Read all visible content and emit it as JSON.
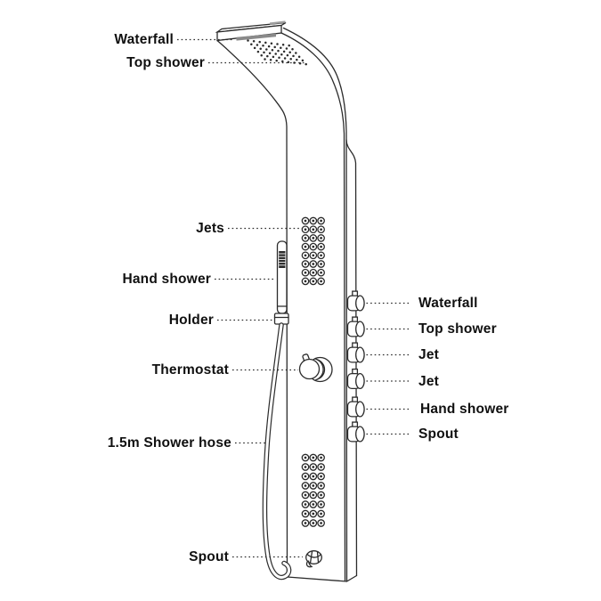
{
  "colors": {
    "background": "#ffffff",
    "line": "#2b2b2b",
    "text": "#101010",
    "waterfall_bar": "#8a8a8a",
    "top_accent": "#9e9e9e"
  },
  "panel": {
    "left_labels": [
      {
        "text": "Waterfall"
      },
      {
        "text": "Top shower"
      },
      {
        "text": "Jets"
      },
      {
        "text": "Hand shower"
      },
      {
        "text": "Holder"
      },
      {
        "text": "Thermostat"
      },
      {
        "text": "1.5m Shower hose"
      },
      {
        "text": "Spout"
      }
    ],
    "right_labels": [
      {
        "text": "Waterfall"
      },
      {
        "text": "Top shower"
      },
      {
        "text": "Jet"
      },
      {
        "text": "Jet"
      },
      {
        "text": "Hand shower"
      },
      {
        "text": "Spout"
      }
    ],
    "jet_grids": {
      "rows": 8,
      "cols": 3,
      "count": 2
    },
    "top_nozzles": {
      "rows": 6,
      "cols": 8
    },
    "knob_count": 6
  }
}
